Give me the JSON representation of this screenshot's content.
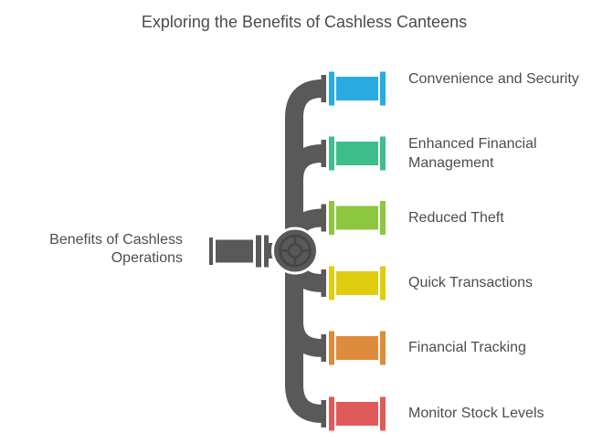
{
  "title": "Exploring the Benefits of Cashless Canteens",
  "root": {
    "label": "Benefits of Cashless Operations"
  },
  "nodes": [
    {
      "label": "Convenience and Security",
      "color": "#29ABE2"
    },
    {
      "label": "Enhanced Financial Management",
      "color": "#3EBE8D"
    },
    {
      "label": "Reduced Theft",
      "color": "#8DC63F"
    },
    {
      "label": "Quick Transactions",
      "color": "#E1CD0F"
    },
    {
      "label": "Financial Tracking",
      "color": "#DE8C3B"
    },
    {
      "label": "Monitor Stock Levels",
      "color": "#E05A5A"
    }
  ],
  "colors": {
    "pipe": "#595959",
    "hub_detail": "#474747",
    "hub_outline": "#FFFFFF",
    "text": "#4D4D4D"
  },
  "icons": {
    "hub": "valve-wheel-icon"
  }
}
